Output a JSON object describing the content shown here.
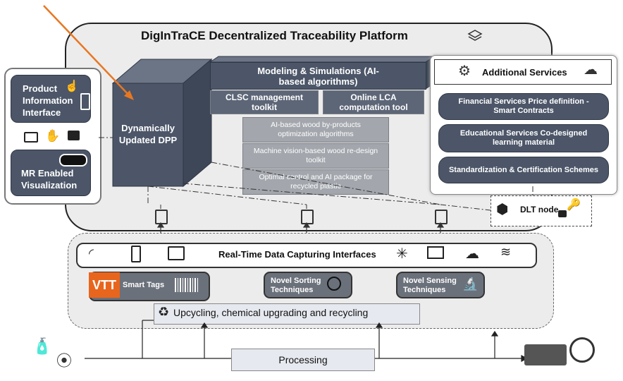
{
  "platform": {
    "title": "DigInTraCE Decentralized Traceability Platform"
  },
  "left_panel": {
    "pii_label": "Product Information Interface",
    "mr_label": "MR Enabled Visualization"
  },
  "dpp_label": "Dynamically Updated DPP",
  "modeling": {
    "title": "Modeling & Simulations (AI-based algorithms)",
    "clsc": "CLSC management toolkit",
    "lca": "Online LCA computation tool"
  },
  "ai_stack": [
    "AI-based wood by-products optimization algorithms",
    "Machine vision-based wood re-design toolkit",
    "Optimal control and AI package for recycled plastic"
  ],
  "additional_services": {
    "title": "Additional Services",
    "items": [
      "Financial Services Price definition - Smart Contracts",
      "Educational Services Co-designed learning material",
      "Standardization & Certification Schemes"
    ]
  },
  "dlt_node": "DLT node",
  "data_capture": {
    "title": "Real-Time Data Capturing Interfaces"
  },
  "smart_tags": {
    "logo": "VTT",
    "label": "Smart Tags"
  },
  "sorting": "Novel Sorting Techniques",
  "sensing": "Novel Sensing Techniques",
  "upcycling": "Upcycling, chemical upgrading and recycling",
  "processing": "Processing",
  "colors": {
    "dark_box": "#4c5668",
    "grey_box": "#a3a7ad",
    "arrow": "#e87722",
    "vtt": "#e8651e"
  }
}
